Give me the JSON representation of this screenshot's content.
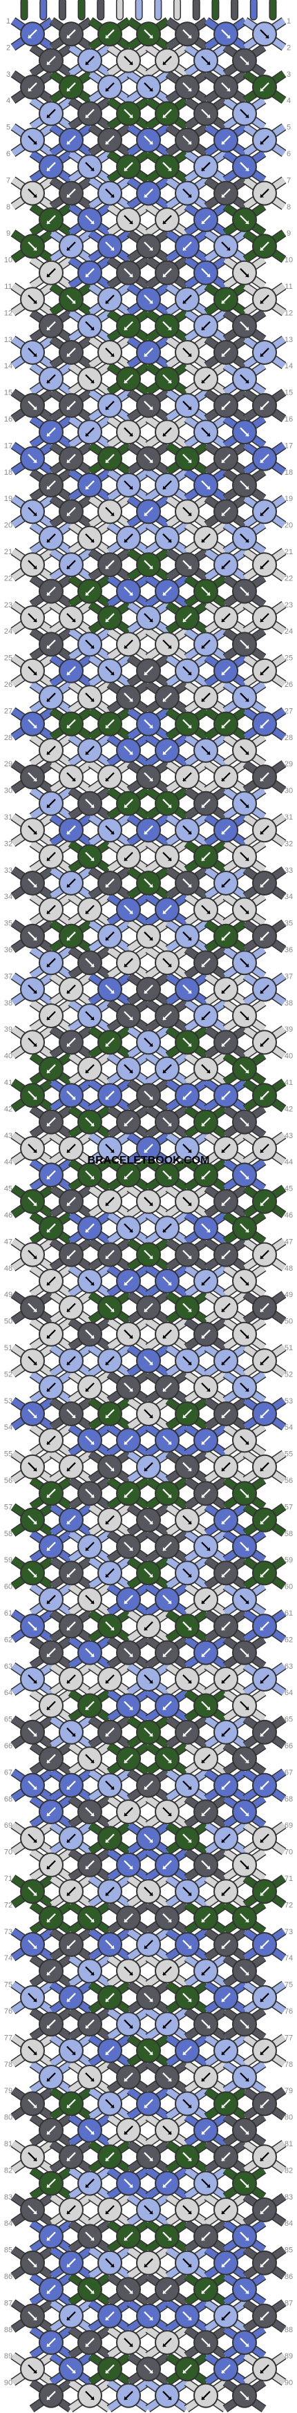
{
  "watermark": "BRACELETBOOK.COM",
  "row_numbers": [
    1,
    2,
    3,
    4,
    5,
    6,
    7,
    8,
    9,
    10,
    11,
    12,
    13,
    14,
    15,
    16,
    17,
    18,
    19,
    20,
    21,
    22,
    23,
    24,
    25,
    26,
    27,
    28,
    29,
    30,
    31,
    32,
    33,
    34,
    35,
    36,
    37,
    38,
    39,
    40,
    41,
    42,
    43,
    44,
    45,
    46,
    47,
    48,
    49,
    50,
    51,
    52,
    53,
    54,
    55,
    56,
    57,
    58,
    59,
    60,
    61,
    62,
    63,
    64,
    65,
    66,
    67,
    68,
    69,
    70,
    71,
    72,
    73,
    74,
    75,
    76,
    77,
    78,
    79,
    80,
    81,
    82,
    83,
    84,
    85,
    86,
    87,
    88,
    89,
    90
  ],
  "strings_top": [
    "green",
    "blue",
    "dark",
    "green",
    "dark",
    "light",
    "lightblue",
    "lightblue",
    "light",
    "dark",
    "green",
    "dark",
    "blue",
    "green"
  ],
  "colors": {
    "green": "#2f5b27",
    "blue": "#5b71c9",
    "lightblue": "#9fb1e4",
    "dark": "#56575e",
    "light": "#d4d4d4"
  },
  "knot_colors": [
    [
      "blue",
      "dark",
      "green",
      "green",
      "dark",
      "blue",
      "lightblue"
    ],
    [
      "dark",
      "lightblue",
      "light",
      "light",
      "lightblue",
      "dark"
    ],
    [
      "dark",
      "green",
      "lightblue",
      "lightblue",
      "dark",
      "dark",
      "green"
    ],
    [
      "lightblue",
      "dark",
      "green",
      "green",
      "dark",
      "lightblue"
    ],
    [
      "lightblue",
      "blue",
      "dark",
      "blue",
      "dark",
      "blue",
      "lightblue"
    ],
    [
      "blue",
      "lightblue",
      "green",
      "green",
      "lightblue",
      "blue"
    ],
    [
      "light",
      "dark",
      "lightblue",
      "blue",
      "lightblue",
      "dark",
      "light"
    ],
    [
      "green",
      "blue",
      "light",
      "light",
      "blue",
      "green"
    ],
    [
      "green",
      "lightblue",
      "blue",
      "dark",
      "blue",
      "lightblue",
      "green"
    ],
    [
      "light",
      "blue",
      "dark",
      "dark",
      "blue",
      "light"
    ],
    [
      "light",
      "green",
      "lightblue",
      "blue",
      "lightblue",
      "green",
      "light"
    ],
    [
      "dark",
      "lightblue",
      "green",
      "green",
      "lightblue",
      "dark"
    ],
    [
      "lightblue",
      "dark",
      "light",
      "blue",
      "light",
      "dark",
      "lightblue"
    ],
    [
      "lightblue",
      "light",
      "green",
      "green",
      "light",
      "lightblue"
    ],
    [
      "dark",
      "dark",
      "lightblue",
      "dark",
      "lightblue",
      "dark",
      "dark"
    ],
    [
      "blue",
      "lightblue",
      "light",
      "light",
      "lightblue",
      "blue"
    ],
    [
      "blue",
      "dark",
      "green",
      "dark",
      "green",
      "dark",
      "blue"
    ],
    [
      "dark",
      "blue",
      "lightblue",
      "lightblue",
      "blue",
      "dark"
    ],
    [
      "lightblue",
      "dark",
      "light",
      "blue",
      "light",
      "dark",
      "lightblue"
    ],
    [
      "lightblue",
      "light",
      "lightblue",
      "lightblue",
      "light",
      "lightblue"
    ],
    [
      "light",
      "lightblue",
      "dark",
      "green",
      "dark",
      "lightblue",
      "light"
    ],
    [
      "dark",
      "green",
      "blue",
      "blue",
      "green",
      "dark"
    ],
    [
      "light",
      "light",
      "green",
      "lightblue",
      "green",
      "light",
      "light"
    ],
    [
      "dark",
      "lightblue",
      "light",
      "light",
      "lightblue",
      "dark"
    ],
    [
      "light",
      "blue",
      "lightblue",
      "dark",
      "lightblue",
      "blue",
      "light"
    ],
    [
      "lightblue",
      "light",
      "dark",
      "dark",
      "light",
      "lightblue"
    ],
    [
      "blue",
      "green",
      "green",
      "blue",
      "green",
      "green",
      "blue"
    ],
    [
      "light",
      "lightblue",
      "blue",
      "blue",
      "lightblue",
      "light"
    ],
    [
      "dark",
      "light",
      "light",
      "dark",
      "light",
      "light",
      "dark"
    ],
    [
      "lightblue",
      "dark",
      "green",
      "green",
      "dark",
      "lightblue"
    ],
    [
      "light",
      "blue",
      "lightblue",
      "blue",
      "lightblue",
      "blue",
      "light"
    ],
    [
      "light",
      "green",
      "light",
      "light",
      "green",
      "light"
    ],
    [
      "dark",
      "lightblue",
      "dark",
      "green",
      "dark",
      "lightblue",
      "dark"
    ],
    [
      "light",
      "light",
      "blue",
      "blue",
      "light",
      "light"
    ],
    [
      "dark",
      "green",
      "lightblue",
      "light",
      "lightblue",
      "green",
      "dark"
    ],
    [
      "lightblue",
      "dark",
      "light",
      "light",
      "dark",
      "lightblue"
    ],
    [
      "lightblue",
      "light",
      "blue",
      "dark",
      "blue",
      "light",
      "lightblue"
    ],
    [
      "light",
      "lightblue",
      "dark",
      "dark",
      "lightblue",
      "light"
    ],
    [
      "light",
      "dark",
      "green",
      "lightblue",
      "green",
      "dark",
      "light"
    ],
    [
      "green",
      "light",
      "lightblue",
      "lightblue",
      "light",
      "green"
    ],
    [
      "green",
      "blue",
      "blue",
      "dark",
      "blue",
      "blue",
      "green"
    ],
    [
      "dark",
      "green",
      "dark",
      "dark",
      "green",
      "dark"
    ],
    [
      "light",
      "light",
      "lightblue",
      "blue",
      "lightblue",
      "light",
      "light"
    ],
    [
      "blue",
      "green",
      "green",
      "green",
      "green",
      "blue"
    ],
    [
      "green",
      "dark",
      "light",
      "light",
      "light",
      "dark",
      "green"
    ],
    [
      "green",
      "blue",
      "lightblue",
      "lightblue",
      "blue",
      "green"
    ],
    [
      "light",
      "dark",
      "dark",
      "green",
      "dark",
      "dark",
      "light"
    ],
    [
      "light",
      "lightblue",
      "blue",
      "blue",
      "lightblue",
      "light"
    ],
    [
      "dark",
      "light",
      "green",
      "dark",
      "green",
      "light",
      "dark"
    ],
    [
      "light",
      "dark",
      "light",
      "light",
      "dark",
      "light"
    ],
    [
      "light",
      "lightblue",
      "lightblue",
      "blue",
      "lightblue",
      "lightblue",
      "light"
    ],
    [
      "lightblue",
      "light",
      "dark",
      "dark",
      "light",
      "lightblue"
    ],
    [
      "blue",
      "dark",
      "green",
      "light",
      "green",
      "dark",
      "blue"
    ],
    [
      "light",
      "blue",
      "blue",
      "blue",
      "blue",
      "light"
    ],
    [
      "light",
      "light",
      "dark",
      "lightblue",
      "dark",
      "light",
      "light"
    ],
    [
      "green",
      "dark",
      "green",
      "green",
      "dark",
      "green"
    ],
    [
      "green",
      "blue",
      "light",
      "dark",
      "light",
      "blue",
      "green"
    ],
    [
      "blue",
      "lightblue",
      "dark",
      "dark",
      "lightblue",
      "blue"
    ],
    [
      "green",
      "dark",
      "lightblue",
      "green",
      "lightblue",
      "dark",
      "green"
    ],
    [
      "lightblue",
      "light",
      "blue",
      "blue",
      "light",
      "lightblue"
    ],
    [
      "blue",
      "dark",
      "green",
      "light",
      "green",
      "dark",
      "blue"
    ],
    [
      "dark",
      "blue",
      "dark",
      "dark",
      "blue",
      "dark"
    ],
    [
      "lightblue",
      "light",
      "light",
      "lightblue",
      "light",
      "light",
      "lightblue"
    ],
    [
      "light",
      "green",
      "blue",
      "blue",
      "green",
      "light"
    ],
    [
      "dark",
      "lightblue",
      "dark",
      "green",
      "dark",
      "lightblue",
      "dark"
    ],
    [
      "dark",
      "light",
      "green",
      "green",
      "light",
      "dark"
    ],
    [
      "blue",
      "blue",
      "lightblue",
      "dark",
      "lightblue",
      "blue",
      "blue"
    ],
    [
      "blue",
      "dark",
      "light",
      "light",
      "dark",
      "blue"
    ],
    [
      "light",
      "lightblue",
      "green",
      "blue",
      "green",
      "lightblue",
      "light"
    ],
    [
      "light",
      "dark",
      "blue",
      "blue",
      "dark",
      "light"
    ],
    [
      "green",
      "light",
      "lightblue",
      "light",
      "lightblue",
      "light",
      "green"
    ],
    [
      "green",
      "green",
      "dark",
      "dark",
      "green",
      "green"
    ],
    [
      "blue",
      "dark",
      "blue",
      "lightblue",
      "blue",
      "dark",
      "blue"
    ],
    [
      "dark",
      "lightblue",
      "light",
      "light",
      "lightblue",
      "dark"
    ],
    [
      "lightblue",
      "blue",
      "green",
      "dark",
      "green",
      "blue",
      "lightblue"
    ],
    [
      "dark",
      "dark",
      "lightblue",
      "lightblue",
      "dark",
      "dark"
    ],
    [
      "light",
      "lightblue",
      "blue",
      "green",
      "blue",
      "lightblue",
      "light"
    ],
    [
      "lightblue",
      "light",
      "dark",
      "dark",
      "light",
      "lightblue"
    ],
    [
      "dark",
      "green",
      "lightblue",
      "blue",
      "lightblue",
      "green",
      "dark"
    ],
    [
      "dark",
      "blue",
      "light",
      "light",
      "blue",
      "dark"
    ],
    [
      "light",
      "dark",
      "green",
      "dark",
      "green",
      "dark",
      "light"
    ],
    [
      "green",
      "lightblue",
      "blue",
      "blue",
      "lightblue",
      "green"
    ],
    [
      "dark",
      "light",
      "light",
      "lightblue",
      "light",
      "light",
      "dark"
    ],
    [
      "blue",
      "dark",
      "green",
      "green",
      "dark",
      "blue"
    ],
    [
      "dark",
      "blue",
      "lightblue",
      "light",
      "lightblue",
      "blue",
      "dark"
    ],
    [
      "blue",
      "green",
      "dark",
      "dark",
      "green",
      "blue"
    ],
    [
      "dark",
      "lightblue",
      "blue",
      "blue",
      "blue",
      "lightblue",
      "dark"
    ],
    [
      "blue",
      "dark",
      "light",
      "light",
      "dark",
      "blue"
    ],
    [
      "light",
      "blue",
      "green",
      "dark",
      "green",
      "blue",
      "light"
    ],
    [
      "dark",
      "light",
      "lightblue",
      "lightblue",
      "light",
      "dark"
    ]
  ],
  "knot_arrows": [
    [
      "sw",
      "sw",
      "sw",
      "se",
      "se",
      "se",
      "se"
    ],
    [
      "sw",
      "sw",
      "se",
      "sw",
      "se",
      "se"
    ],
    [
      "sw",
      "sw",
      "sw",
      "se",
      "se",
      "se",
      "sw"
    ],
    [
      "sw",
      "sw",
      "se",
      "sw",
      "se",
      "se"
    ],
    [
      "se",
      "sw",
      "sw",
      "se",
      "se",
      "sw",
      "sw"
    ],
    [
      "sw",
      "se",
      "sw",
      "se",
      "sw",
      "se"
    ],
    [
      "se",
      "sw",
      "se",
      "sw",
      "se",
      "sw",
      "sw"
    ],
    [
      "sw",
      "se",
      "se",
      "sw",
      "sw",
      "se"
    ],
    [
      "se",
      "sw",
      "se",
      "se",
      "sw",
      "se",
      "sw"
    ],
    [
      "sw",
      "sw",
      "se",
      "sw",
      "se",
      "se"
    ],
    [
      "se",
      "se",
      "sw",
      "se",
      "sw",
      "sw",
      "sw"
    ],
    [
      "sw",
      "se",
      "sw",
      "se",
      "sw",
      "se"
    ],
    [
      "se",
      "sw",
      "se",
      "sw",
      "se",
      "sw",
      "sw"
    ],
    [
      "sw",
      "se",
      "sw",
      "se",
      "sw",
      "se"
    ],
    [
      "se",
      "sw",
      "sw",
      "se",
      "se",
      "sw",
      "sw"
    ],
    [
      "sw",
      "sw",
      "se",
      "sw",
      "se",
      "se"
    ],
    [
      "se",
      "sw",
      "sw",
      "se",
      "se",
      "sw",
      "sw"
    ],
    [
      "sw",
      "sw",
      "se",
      "sw",
      "se",
      "se"
    ],
    [
      "se",
      "sw",
      "se",
      "sw",
      "se",
      "sw",
      "sw"
    ],
    [
      "sw",
      "se",
      "sw",
      "se",
      "sw",
      "se"
    ],
    [
      "se",
      "sw",
      "sw",
      "se",
      "se",
      "sw",
      "sw"
    ],
    [
      "sw",
      "sw",
      "se",
      "sw",
      "se",
      "se"
    ],
    [
      "se",
      "se",
      "sw",
      "se",
      "sw",
      "sw",
      "sw"
    ],
    [
      "sw",
      "se",
      "sw",
      "se",
      "sw",
      "se"
    ],
    [
      "se",
      "sw",
      "se",
      "sw",
      "se",
      "sw",
      "sw"
    ],
    [
      "sw",
      "se",
      "se",
      "sw",
      "sw",
      "se"
    ],
    [
      "se",
      "sw",
      "sw",
      "se",
      "se",
      "sw",
      "sw"
    ],
    [
      "sw",
      "sw",
      "se",
      "sw",
      "se",
      "se"
    ],
    [
      "se",
      "se",
      "sw",
      "se",
      "sw",
      "sw",
      "sw"
    ],
    [
      "sw",
      "se",
      "sw",
      "se",
      "sw",
      "se"
    ],
    [
      "se",
      "sw",
      "se",
      "sw",
      "se",
      "sw",
      "sw"
    ],
    [
      "sw",
      "se",
      "sw",
      "se",
      "sw",
      "se"
    ],
    [
      "se",
      "sw",
      "sw",
      "se",
      "se",
      "sw",
      "sw"
    ],
    [
      "sw",
      "sw",
      "se",
      "sw",
      "se",
      "se"
    ],
    [
      "se",
      "sw",
      "sw",
      "se",
      "se",
      "sw",
      "sw"
    ],
    [
      "sw",
      "se",
      "sw",
      "se",
      "sw",
      "se"
    ],
    [
      "se",
      "sw",
      "se",
      "sw",
      "se",
      "sw",
      "sw"
    ],
    [
      "sw",
      "se",
      "se",
      "sw",
      "sw",
      "se"
    ],
    [
      "se",
      "sw",
      "sw",
      "se",
      "se",
      "sw",
      "sw"
    ],
    [
      "sw",
      "sw",
      "se",
      "sw",
      "se",
      "se"
    ],
    [
      "se",
      "se",
      "sw",
      "se",
      "sw",
      "sw",
      "sw"
    ],
    [
      "sw",
      "se",
      "sw",
      "se",
      "sw",
      "se"
    ],
    [
      "se",
      "sw",
      "se",
      "sw",
      "se",
      "sw",
      "sw"
    ],
    [
      "sw",
      "se",
      "sw",
      "se",
      "sw",
      "se"
    ],
    [
      "se",
      "sw",
      "sw",
      "se",
      "se",
      "sw",
      "sw"
    ],
    [
      "sw",
      "sw",
      "se",
      "sw",
      "se",
      "se"
    ],
    [
      "se",
      "sw",
      "sw",
      "se",
      "se",
      "sw",
      "sw"
    ],
    [
      "sw",
      "se",
      "sw",
      "se",
      "sw",
      "se"
    ],
    [
      "se",
      "sw",
      "se",
      "sw",
      "se",
      "sw",
      "sw"
    ],
    [
      "sw",
      "se",
      "se",
      "sw",
      "sw",
      "se"
    ],
    [
      "se",
      "sw",
      "sw",
      "se",
      "se",
      "sw",
      "sw"
    ],
    [
      "sw",
      "sw",
      "se",
      "sw",
      "se",
      "se"
    ],
    [
      "se",
      "se",
      "sw",
      "se",
      "sw",
      "sw",
      "sw"
    ],
    [
      "sw",
      "se",
      "sw",
      "se",
      "sw",
      "se"
    ],
    [
      "se",
      "sw",
      "se",
      "sw",
      "se",
      "sw",
      "sw"
    ],
    [
      "sw",
      "se",
      "sw",
      "se",
      "sw",
      "se"
    ],
    [
      "se",
      "sw",
      "sw",
      "se",
      "se",
      "sw",
      "sw"
    ],
    [
      "sw",
      "sw",
      "se",
      "sw",
      "se",
      "se"
    ],
    [
      "se",
      "sw",
      "sw",
      "se",
      "se",
      "sw",
      "sw"
    ],
    [
      "sw",
      "se",
      "sw",
      "se",
      "sw",
      "se"
    ],
    [
      "se",
      "sw",
      "se",
      "sw",
      "se",
      "sw",
      "sw"
    ],
    [
      "sw",
      "se",
      "se",
      "sw",
      "sw",
      "se"
    ],
    [
      "se",
      "sw",
      "sw",
      "se",
      "se",
      "sw",
      "sw"
    ],
    [
      "sw",
      "sw",
      "se",
      "sw",
      "se",
      "se"
    ],
    [
      "se",
      "se",
      "sw",
      "se",
      "sw",
      "sw",
      "sw"
    ],
    [
      "sw",
      "se",
      "sw",
      "se",
      "sw",
      "se"
    ],
    [
      "se",
      "sw",
      "se",
      "sw",
      "se",
      "sw",
      "sw"
    ],
    [
      "sw",
      "se",
      "sw",
      "se",
      "sw",
      "se"
    ],
    [
      "se",
      "sw",
      "sw",
      "se",
      "se",
      "sw",
      "sw"
    ],
    [
      "sw",
      "sw",
      "se",
      "sw",
      "se",
      "se"
    ],
    [
      "se",
      "sw",
      "sw",
      "se",
      "se",
      "sw",
      "sw"
    ],
    [
      "sw",
      "se",
      "sw",
      "se",
      "sw",
      "se"
    ],
    [
      "se",
      "sw",
      "se",
      "sw",
      "se",
      "sw",
      "sw"
    ],
    [
      "sw",
      "se",
      "se",
      "sw",
      "sw",
      "se"
    ],
    [
      "se",
      "sw",
      "sw",
      "se",
      "se",
      "sw",
      "sw"
    ],
    [
      "sw",
      "sw",
      "se",
      "sw",
      "se",
      "se"
    ],
    [
      "se",
      "se",
      "sw",
      "se",
      "sw",
      "sw",
      "sw"
    ],
    [
      "sw",
      "se",
      "sw",
      "se",
      "sw",
      "se"
    ],
    [
      "se",
      "sw",
      "se",
      "sw",
      "se",
      "sw",
      "sw"
    ],
    [
      "sw",
      "se",
      "sw",
      "se",
      "sw",
      "se"
    ],
    [
      "se",
      "sw",
      "sw",
      "se",
      "se",
      "sw",
      "sw"
    ],
    [
      "sw",
      "sw",
      "se",
      "sw",
      "se",
      "se"
    ],
    [
      "se",
      "sw",
      "sw",
      "se",
      "se",
      "sw",
      "sw"
    ],
    [
      "sw",
      "se",
      "sw",
      "se",
      "sw",
      "se"
    ],
    [
      "se",
      "sw",
      "se",
      "sw",
      "se",
      "sw",
      "sw"
    ],
    [
      "sw",
      "se",
      "se",
      "sw",
      "sw",
      "se"
    ],
    [
      "se",
      "sw",
      "sw",
      "se",
      "se",
      "sw",
      "sw"
    ],
    [
      "sw",
      "sw",
      "se",
      "sw",
      "se",
      "se"
    ],
    [
      "se",
      "se",
      "sw",
      "se",
      "sw",
      "sw",
      "sw"
    ],
    [
      "sw",
      "se",
      "sw",
      "se",
      "sw",
      "se"
    ]
  ]
}
